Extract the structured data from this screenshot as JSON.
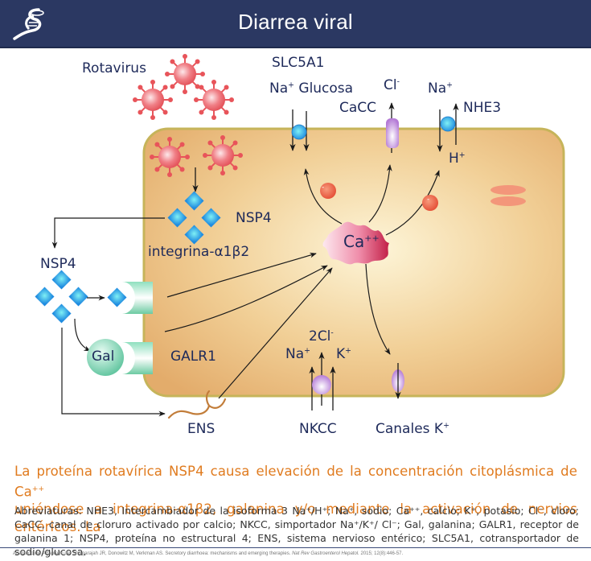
{
  "header": {
    "title": "Diarrea viral",
    "logo_icon": "dna-helix-logo-icon",
    "background": "#2b3862"
  },
  "diagram": {
    "labels": {
      "rotavirus": "Rotavirus",
      "slc5a1": "SLC5A1",
      "na_glucosa_na": "Na",
      "na_glucosa_sup": "+",
      "glucosa": "Glucosa",
      "cacc": "CaCC",
      "cl": "Cl",
      "cl_sup": "-",
      "na_nhe": "Na",
      "na_nhe_sup": "+",
      "nhe3": "NHE3",
      "h": "H",
      "h_sup": "+",
      "nsp4_inner": "NSP4",
      "integrina": "integrina-α1β2",
      "ca": "Ca",
      "ca_sup": "++",
      "nsp4_outer": "NSP4",
      "gal": "Gal",
      "galr1": "GALR1",
      "ens": "ENS",
      "twocl": "2Cl",
      "twocl_sup": "-",
      "na_nkcc": "Na",
      "na_nkcc_sup": "+",
      "k_nkcc": "K",
      "k_nkcc_sup": "+",
      "nkcc": "NKCC",
      "canales_k": "Canales K",
      "canales_k_sup": "+",
      "minus": "-"
    },
    "colors": {
      "cell_fill_center": "#fbeec7",
      "cell_fill_edge": "#e7b679",
      "cell_border": "#bfae4f",
      "virus": "#e8545a",
      "nsp4": "#2f8fe0",
      "transporter_blue": "#3fb7e6",
      "purple_channel": "#b98ad6",
      "receptor_green": "#7fd4b0",
      "calcium": "#e0507a",
      "inhibitor": "#ef6a45",
      "nerve": "#c27d3a",
      "label_text": "#1e2a5a"
    }
  },
  "caption": {
    "line1_pre": "La proteína rotavírica NSP4 causa elevación de la concentración citoplásmica de Ca",
    "line1_sup": "++",
    "line2": "uniéndose a integrina-α1β2, galanina y/o mediante la activación de nervios entéricos. La"
  },
  "abbreviations": "Abreviaturas: NHE3, Intercambiador de la isoforma 3 Na⁺/H⁺; Na⁺, sodio; Ca⁺⁺, calcio; K⁺, potasio; Cl⁻, cloro; CaCC, canal de cloruro activado por calcio; NKCC, simportador Na⁺/K⁺/ Cl⁻; Gal, galanina; GALR1, receptor de galanina 1; NSP4, proteína no estructural 4; ENS, sistema nervioso entérico; SLC5A1, cotransportador de sodio/glucosa.",
  "reference": {
    "prefix": "Adaptado de: Adaptado de: Thiagarajah JR, Donowitz M, Verkman AS. Secretory diarrhoea: mechanisms and emerging therapies.",
    "journal": "Nat Rev Gastroenterol Hepatol.",
    "suffix": "2015; 12(8):446-57."
  }
}
